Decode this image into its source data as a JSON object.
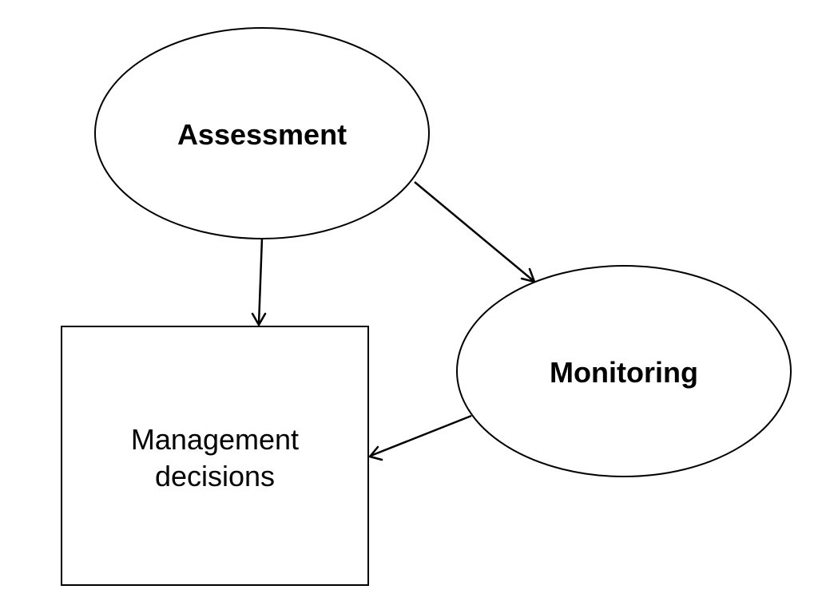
{
  "nodes": {
    "assessment": {
      "label": "Assessment",
      "shape": "ellipse"
    },
    "monitoring": {
      "label": "Monitoring",
      "shape": "ellipse"
    },
    "management": {
      "label_line1": "Management",
      "label_line2": "decisions",
      "shape": "rectangle"
    }
  },
  "edges": [
    {
      "from": "assessment",
      "to": "management"
    },
    {
      "from": "assessment",
      "to": "monitoring"
    },
    {
      "from": "monitoring",
      "to": "management"
    }
  ],
  "colors": {
    "stroke": "#000000",
    "fill": "#ffffff",
    "text": "#000000"
  }
}
